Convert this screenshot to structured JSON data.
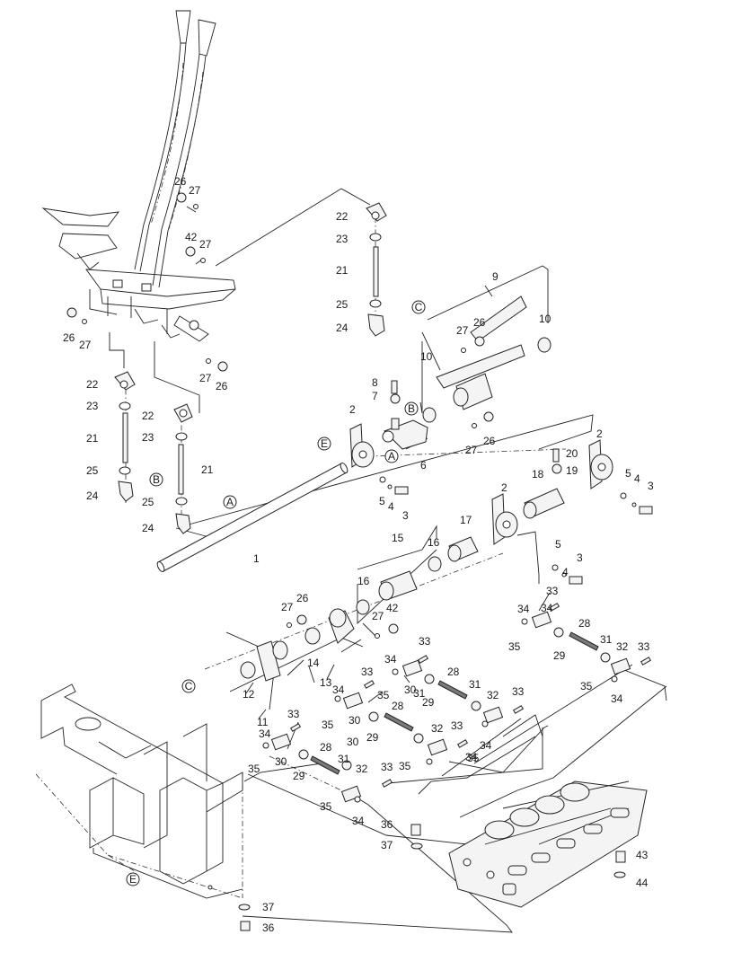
{
  "diagram": {
    "callouts": [
      {
        "text": "26"
      },
      {
        "text": "27"
      },
      {
        "text": "42"
      },
      {
        "text": "27"
      },
      {
        "text": "26"
      },
      {
        "text": "27"
      },
      {
        "text": "27"
      },
      {
        "text": "26"
      },
      {
        "text": "22"
      },
      {
        "text": "23"
      },
      {
        "text": "21"
      },
      {
        "text": "25"
      },
      {
        "text": "24"
      },
      {
        "text": "22"
      },
      {
        "text": "23"
      },
      {
        "text": "21"
      },
      {
        "text": "25"
      },
      {
        "text": "24"
      },
      {
        "text": "22"
      },
      {
        "text": "23"
      },
      {
        "text": "21"
      },
      {
        "text": "25"
      },
      {
        "text": "24"
      },
      {
        "text": "9"
      },
      {
        "text": "10"
      },
      {
        "text": "10"
      },
      {
        "text": "27"
      },
      {
        "text": "26"
      },
      {
        "text": "8"
      },
      {
        "text": "7"
      },
      {
        "text": "2"
      },
      {
        "text": "6"
      },
      {
        "text": "27"
      },
      {
        "text": "26"
      },
      {
        "text": "5"
      },
      {
        "text": "4"
      },
      {
        "text": "3"
      },
      {
        "text": "1"
      },
      {
        "text": "2"
      },
      {
        "text": "20"
      },
      {
        "text": "19"
      },
      {
        "text": "18"
      },
      {
        "text": "5"
      },
      {
        "text": "4"
      },
      {
        "text": "3"
      },
      {
        "text": "2"
      },
      {
        "text": "17"
      },
      {
        "text": "5"
      },
      {
        "text": "4"
      },
      {
        "text": "3"
      },
      {
        "text": "15"
      },
      {
        "text": "16"
      },
      {
        "text": "16"
      },
      {
        "text": "27"
      },
      {
        "text": "26"
      },
      {
        "text": "42"
      },
      {
        "text": "27"
      },
      {
        "text": "14"
      },
      {
        "text": "13"
      },
      {
        "text": "12"
      },
      {
        "text": "11"
      },
      {
        "text": "33"
      },
      {
        "text": "34"
      },
      {
        "text": "35"
      },
      {
        "text": "30"
      },
      {
        "text": "28"
      },
      {
        "text": "29"
      },
      {
        "text": "31"
      },
      {
        "text": "32"
      },
      {
        "text": "33"
      },
      {
        "text": "34"
      },
      {
        "text": "35"
      },
      {
        "text": "30"
      },
      {
        "text": "33"
      },
      {
        "text": "34"
      },
      {
        "text": "35"
      },
      {
        "text": "30"
      },
      {
        "text": "33"
      },
      {
        "text": "34"
      },
      {
        "text": "35"
      },
      {
        "text": "30"
      },
      {
        "text": "28"
      },
      {
        "text": "29"
      },
      {
        "text": "31"
      },
      {
        "text": "32"
      },
      {
        "text": "33"
      },
      {
        "text": "34"
      },
      {
        "text": "35"
      },
      {
        "text": "28"
      },
      {
        "text": "29"
      },
      {
        "text": "31"
      },
      {
        "text": "32"
      },
      {
        "text": "33"
      },
      {
        "text": "34"
      },
      {
        "text": "35"
      },
      {
        "text": "28"
      },
      {
        "text": "29"
      },
      {
        "text": "31"
      },
      {
        "text": "32"
      },
      {
        "text": "33"
      },
      {
        "text": "34"
      },
      {
        "text": "35"
      },
      {
        "text": "33"
      },
      {
        "text": "35"
      },
      {
        "text": "36"
      },
      {
        "text": "37"
      },
      {
        "text": "43"
      },
      {
        "text": "44"
      },
      {
        "text": "37"
      },
      {
        "text": "36"
      },
      {
        "text": "34"
      },
      {
        "text": "34"
      }
    ],
    "refs": [
      {
        "text": "C"
      },
      {
        "text": "B"
      },
      {
        "text": "A"
      },
      {
        "text": "B"
      },
      {
        "text": "A"
      },
      {
        "text": "E"
      },
      {
        "text": "C"
      },
      {
        "text": "E"
      }
    ]
  }
}
